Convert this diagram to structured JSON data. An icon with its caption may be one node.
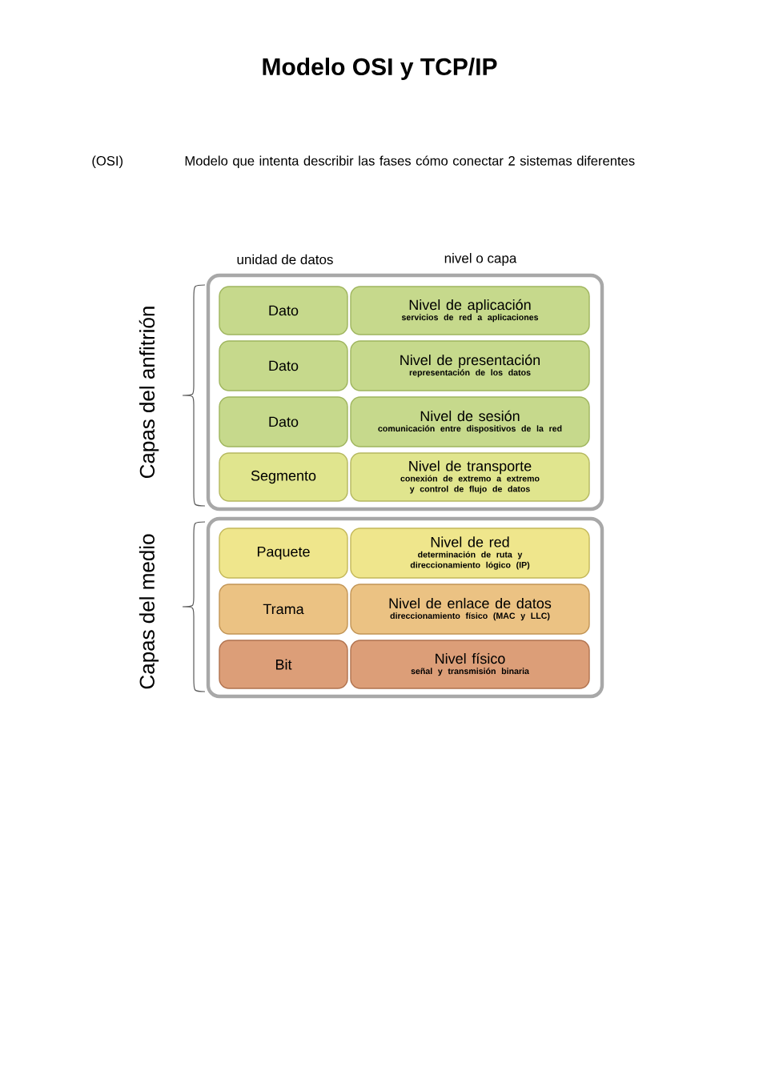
{
  "diagram": {
    "title": "Modelo OSI y TCP/IP",
    "nodes": [
      {
        "text": [],
        "shape": "box"
      },
      {
        "text": [
          "Dato"
        ],
        "in": 0
      },
      {
        "text": [
          "Nivel de aplicación",
          "servicios de red a aplicaciones"
        ],
        "in": 0
      },
      {
        "text": [
          "Dato"
        ],
        "in": 0
      },
      {
        "text": [
          "Nivel de presentación",
          "representación de los datos"
        ],
        "in": 0
      },
      {
        "text": [
          "Dato"
        ],
        "in": 0
      },
      {
        "text": [
          "Nivel de sesión",
          "comunicación entre dispositivos de la red"
        ],
        "in": 0
      },
      {
        "text": [
          "Segmento"
        ],
        "in": 0
      },
      {
        "text": [
          "Nivel de transporte",
          "conexión de extremo a extremo y control de flujo de datos"
        ],
        "in": 0
      },
      {
        "text": [],
        "shape": "box"
      },
      {
        "text": [
          "Paquete"
        ],
        "in": 9
      },
      {
        "text": [
          "Nivel de red",
          "determinación de ruta y direccionamiento lógico (IP)"
        ],
        "in": 9
      },
      {
        "text": [
          "Trama"
        ],
        "in": 9
      },
      {
        "text": [
          "Nivel de enlace de datos",
          "direccionamiento físico (MAC y LLC)"
        ],
        "in": 9
      },
      {
        "text": [
          "Bit"
        ],
        "in": 9
      },
      {
        "text": [
          "Nivel físico",
          "señal y transmisión binaria"
        ],
        "in": 9
      }
    ],
    "labels": [
      "(OSI)",
      "Modelo que intenta describir las fases cómo conectar 2 sistemas diferentes",
      "unidad de datos",
      "nivel o capa",
      "Capas del anfitrión",
      "Capas del medio"
    ]
  }
}
